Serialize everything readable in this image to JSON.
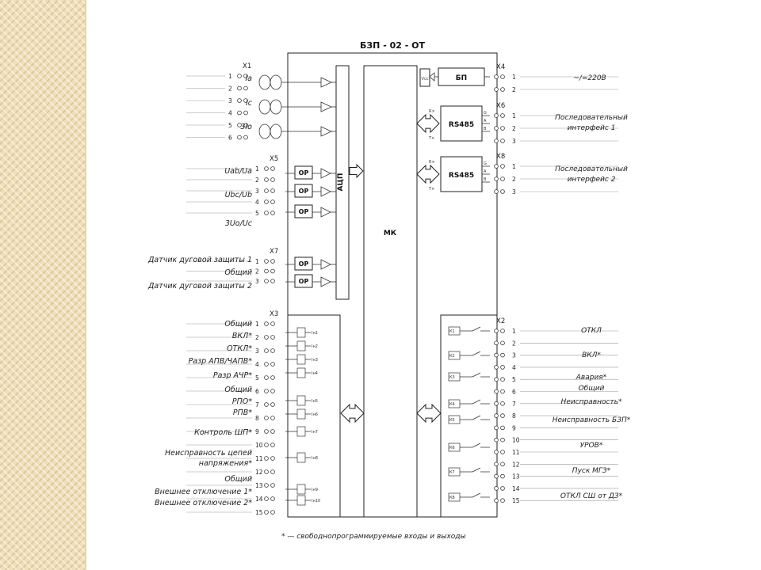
{
  "title": "БЗП - 02 - ОТ",
  "blocks": {
    "adc": "АЦП",
    "mcu": "МК",
    "power": "БП",
    "vcc": "Vcc",
    "rs485_1": "RS485",
    "rs485_2": "RS485",
    "op": "ОР",
    "rx": "R×",
    "tx": "T×",
    "a": "A",
    "b": "B",
    "g": "G"
  },
  "connectors": {
    "x1": {
      "name": "X1",
      "pins": [
        "1",
        "2",
        "3",
        "4",
        "5",
        "6"
      ]
    },
    "x5": {
      "name": "X5",
      "pins": [
        "1",
        "2",
        "3",
        "4",
        "5"
      ]
    },
    "x7": {
      "name": "X7",
      "pins": [
        "1",
        "2",
        "3"
      ]
    },
    "x3": {
      "name": "X3",
      "pins": [
        "1",
        "2",
        "3",
        "4",
        "5",
        "6",
        "7",
        "8",
        "9",
        "10",
        "11",
        "12",
        "13",
        "14",
        "15"
      ]
    },
    "x4": {
      "name": "X4",
      "pins": [
        "1",
        "2"
      ]
    },
    "x6": {
      "name": "X6",
      "pins": [
        "1",
        "2",
        "3"
      ]
    },
    "x8": {
      "name": "X8",
      "pins": [
        "1",
        "2",
        "3"
      ]
    },
    "x2": {
      "name": "X2",
      "pins": [
        "1",
        "2",
        "3",
        "4",
        "5",
        "6",
        "7",
        "8",
        "9",
        "10",
        "11",
        "12",
        "13",
        "14",
        "15"
      ]
    }
  },
  "left_labels": {
    "x1": [
      "Ia",
      "Ic",
      "3Io"
    ],
    "x5": [
      "Uab/Ua",
      "Ubc/Ub",
      "3Uo/Uc"
    ],
    "x7": [
      "Датчик дуговой защиты 1",
      "Общий",
      "Датчик дуговой защиты 2"
    ],
    "x3": [
      "Общий",
      "ВКЛ*",
      "ОТКЛ*",
      "Разр АПВ/ЧАПВ*",
      "Разр АЧР*",
      "Общий",
      "РПО*",
      "РПВ*",
      "Контроль ШП*",
      "Неисправность цепей",
      "напряжения*",
      "Общий",
      "Внешнее отключение 1*",
      "Внешнее отключение 2*"
    ]
  },
  "right_labels": {
    "x4": "~/=220В",
    "x6": [
      "Последовательный",
      "интерфейс 1"
    ],
    "x8": [
      "Последовательный",
      "интерфейс 2"
    ],
    "x2": [
      "ОТКЛ",
      "ВКЛ*",
      "Авария*",
      "Общий",
      "Неисправность*",
      "Неисправность БЗП*",
      "УРОВ*",
      "Пуск МГЗ*",
      "ОТКЛ СШ от ДЗ*"
    ]
  },
  "inputs": [
    "Iн1",
    "Iн2",
    "Iн3",
    "Iн4",
    "Iн5",
    "Iн6",
    "Iн7",
    "Iн8",
    "Iн9",
    "Iн10"
  ],
  "relays": [
    "К1",
    "К2",
    "К3",
    "К4",
    "К5",
    "К6",
    "К7",
    "К8"
  ],
  "footnote": "* — свободнопрограммируемые входы и выходы"
}
